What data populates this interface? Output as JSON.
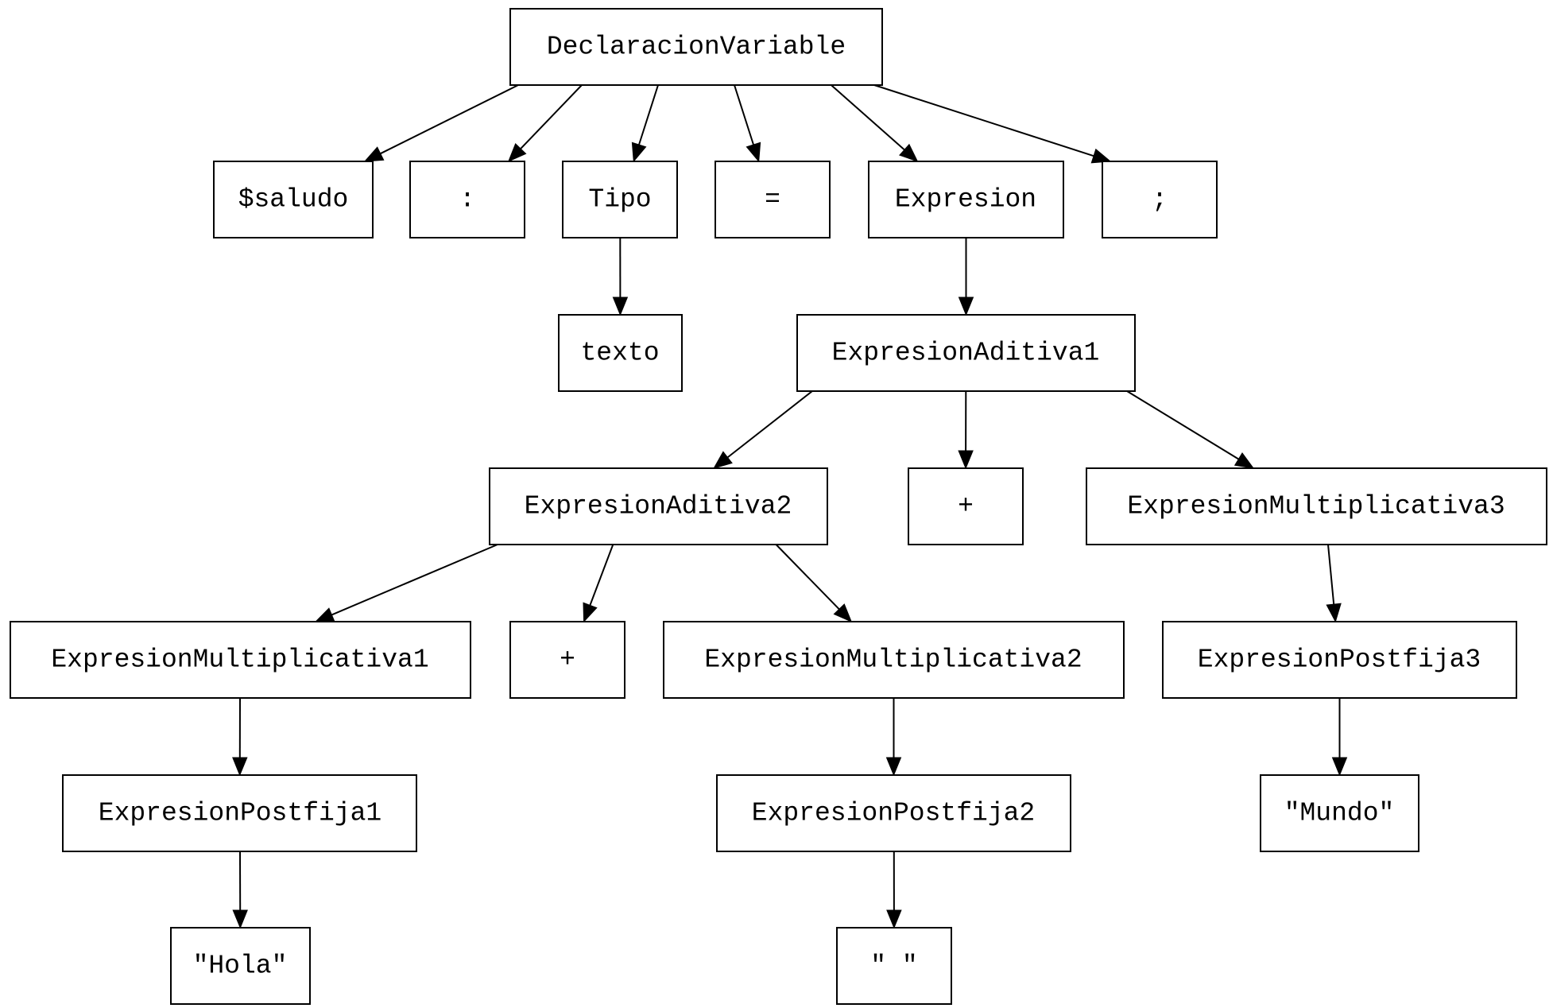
{
  "diagram": {
    "type": "parse-tree",
    "nodes": [
      {
        "id": "n_decl",
        "label": "DeclaracionVariable"
      },
      {
        "id": "n_saludo",
        "label": "$saludo"
      },
      {
        "id": "n_colon",
        "label": ":"
      },
      {
        "id": "n_tipo",
        "label": "Tipo"
      },
      {
        "id": "n_eq",
        "label": "="
      },
      {
        "id": "n_expr",
        "label": "Expresion"
      },
      {
        "id": "n_semi",
        "label": ";"
      },
      {
        "id": "n_texto",
        "label": "texto"
      },
      {
        "id": "n_ea1",
        "label": "ExpresionAditiva1"
      },
      {
        "id": "n_ea2",
        "label": "ExpresionAditiva2"
      },
      {
        "id": "n_plus1",
        "label": "+"
      },
      {
        "id": "n_em3",
        "label": "ExpresionMultiplicativa3"
      },
      {
        "id": "n_em1",
        "label": "ExpresionMultiplicativa1"
      },
      {
        "id": "n_plus2",
        "label": "+"
      },
      {
        "id": "n_em2",
        "label": "ExpresionMultiplicativa2"
      },
      {
        "id": "n_ep3",
        "label": "ExpresionPostfija3"
      },
      {
        "id": "n_ep1",
        "label": "ExpresionPostfija1"
      },
      {
        "id": "n_ep2",
        "label": "ExpresionPostfija2"
      },
      {
        "id": "n_mundo",
        "label": "\"Mundo\""
      },
      {
        "id": "n_hola",
        "label": "\"Hola\""
      },
      {
        "id": "n_space",
        "label": "\" \""
      }
    ],
    "edges": [
      {
        "from": "n_decl",
        "to": "n_saludo"
      },
      {
        "from": "n_decl",
        "to": "n_colon"
      },
      {
        "from": "n_decl",
        "to": "n_tipo"
      },
      {
        "from": "n_decl",
        "to": "n_eq"
      },
      {
        "from": "n_decl",
        "to": "n_expr"
      },
      {
        "from": "n_decl",
        "to": "n_semi"
      },
      {
        "from": "n_tipo",
        "to": "n_texto"
      },
      {
        "from": "n_expr",
        "to": "n_ea1"
      },
      {
        "from": "n_ea1",
        "to": "n_ea2"
      },
      {
        "from": "n_ea1",
        "to": "n_plus1"
      },
      {
        "from": "n_ea1",
        "to": "n_em3"
      },
      {
        "from": "n_ea2",
        "to": "n_em1"
      },
      {
        "from": "n_ea2",
        "to": "n_plus2"
      },
      {
        "from": "n_ea2",
        "to": "n_em2"
      },
      {
        "from": "n_em3",
        "to": "n_ep3"
      },
      {
        "from": "n_em1",
        "to": "n_ep1"
      },
      {
        "from": "n_em2",
        "to": "n_ep2"
      },
      {
        "from": "n_ep3",
        "to": "n_mundo"
      },
      {
        "from": "n_ep1",
        "to": "n_hola"
      },
      {
        "from": "n_ep2",
        "to": "n_space"
      }
    ]
  }
}
